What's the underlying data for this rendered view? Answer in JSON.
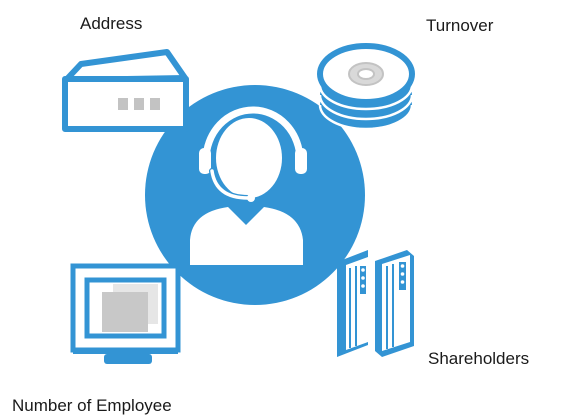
{
  "colors": {
    "primary_blue": "#3394d4",
    "white": "#ffffff",
    "light_gray": "#d9d9d9",
    "mid_gray": "#c3c3c3",
    "text": "#1a1a1a"
  },
  "labels": {
    "address": "Address",
    "turnover": "Turnover",
    "shareholders": "Shareholders",
    "number_of_employee": "Number of Employee"
  },
  "icons": {
    "center": "support-agent-headset-icon",
    "address": "building-icon",
    "turnover": "coin-stack-icon",
    "shareholders": "server-cabinets-icon",
    "number_of_employee": "computer-monitor-icon"
  }
}
